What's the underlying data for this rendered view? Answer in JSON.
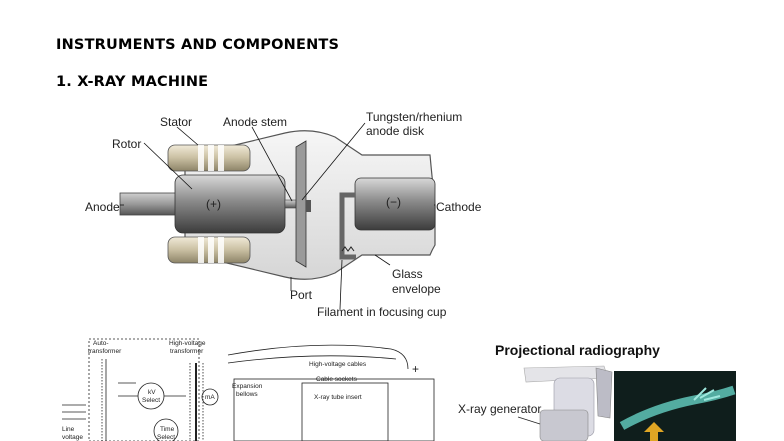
{
  "heading": "INSTRUMENTS AND COMPONENTS",
  "subheading": "1. X-RAY MACHINE",
  "tube_diagram": {
    "labels": {
      "stator": "Stator",
      "anode_stem": "Anode stem",
      "disk_line1": "Tungsten/rhenium",
      "disk_line2": "anode disk",
      "rotor": "Rotor",
      "anode": "Anode",
      "anode_sign": "(+)",
      "cathode_sign": "(−)",
      "cathode": "Cathode",
      "glass_line1": "Glass",
      "glass_line2": "envelope",
      "port": "Port",
      "filament": "Filament in focusing cup"
    }
  },
  "circuit_diagram": {
    "labels": {
      "auto1": "Auto-",
      "auto2": "transformer",
      "hv1": "High-voltage",
      "hv2": "transformer",
      "hv_cables": "High-voltage cables",
      "cable_sockets": "Cable sockets",
      "kv1": "kV",
      "kv2": "Select",
      "ma": "mA",
      "exp1": "Expansion",
      "exp2": "bellows",
      "insert": "X-ray tube insert",
      "plus": "+",
      "line1": "Line",
      "line2": "voltage",
      "time1": "Time",
      "time2": "Select"
    }
  },
  "radiography": {
    "title": "Projectional radiography",
    "generator_label": "X-ray generator"
  }
}
